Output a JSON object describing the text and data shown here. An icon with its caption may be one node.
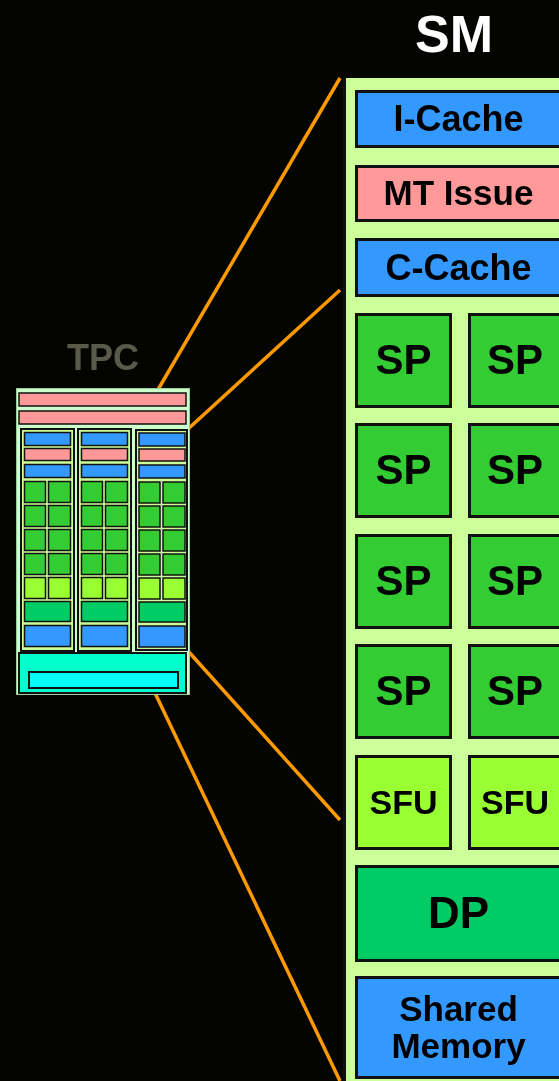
{
  "diagram": {
    "nodes": [
      {
        "text": [
          "TPC"
        ]
      },
      {
        "text": [],
        "shape": "box",
        "in": 0
      },
      {
        "text": [
          "SM"
        ]
      },
      {
        "text": [
          "I-Cache"
        ],
        "in": 2
      },
      {
        "text": [
          "MT Issue"
        ],
        "in": 2
      },
      {
        "text": [
          "C-Cache"
        ],
        "in": 2
      },
      {
        "text": [
          "SP"
        ],
        "in": 2
      },
      {
        "text": [
          "SP"
        ],
        "in": 2
      },
      {
        "text": [
          "SP"
        ],
        "in": 2
      },
      {
        "text": [
          "SP"
        ],
        "in": 2
      },
      {
        "text": [
          "SP"
        ],
        "in": 2
      },
      {
        "text": [
          "SP"
        ],
        "in": 2
      },
      {
        "text": [
          "SP"
        ],
        "in": 2
      },
      {
        "text": [
          "SP"
        ],
        "in": 2
      },
      {
        "text": [
          "SFU"
        ],
        "in": 2
      },
      {
        "text": [
          "SFU"
        ],
        "in": 2
      },
      {
        "text": [
          "DP"
        ],
        "in": 2
      },
      {
        "text": [
          "Shared Memory"
        ],
        "in": 2
      }
    ],
    "edges": [
      {
        "from": 1,
        "to": 2,
        "arrow": "none"
      },
      {
        "from": 1,
        "to": 2,
        "arrow": "none"
      },
      {
        "from": 1,
        "to": 2,
        "arrow": "none"
      },
      {
        "from": 1,
        "to": 2,
        "arrow": "none"
      }
    ]
  }
}
